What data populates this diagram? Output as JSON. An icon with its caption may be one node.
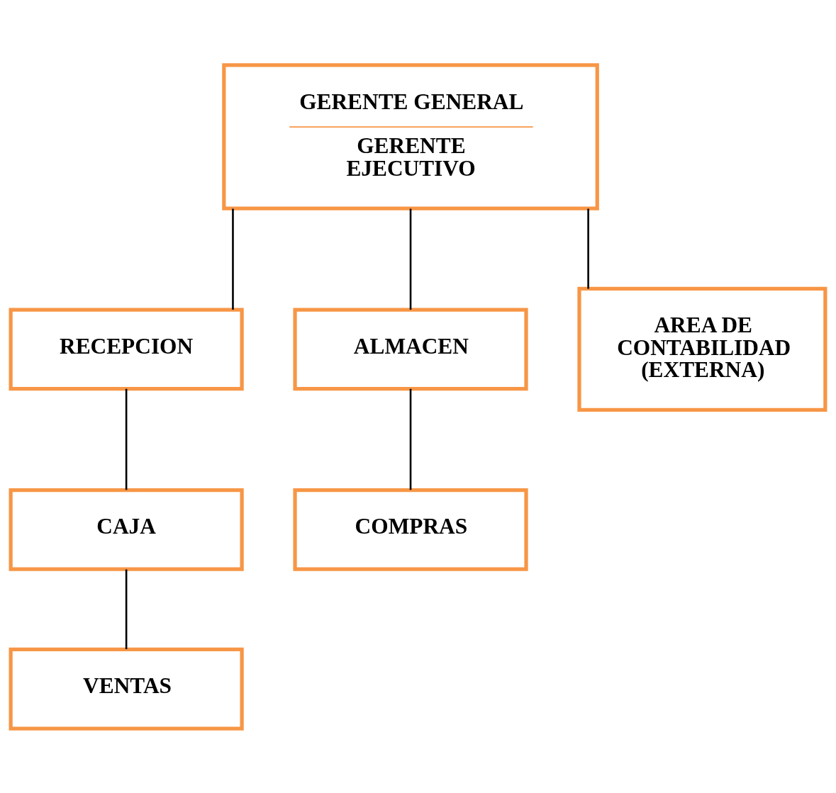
{
  "diagram": {
    "nodes": [
      {
        "text": [
          "GERENTE GENERAL",
          "GERENTE EJECUTIVO"
        ]
      },
      {
        "text": [
          "RECEPCION"
        ]
      },
      {
        "text": [
          "ALMACEN"
        ]
      },
      {
        "text": [
          "AREA DE CONTABILIDAD (EXTERNA)"
        ]
      },
      {
        "text": [
          "CAJA"
        ]
      },
      {
        "text": [
          "VENTAS"
        ]
      },
      {
        "text": [
          "COMPRAS"
        ]
      }
    ],
    "edges": [
      {
        "from": 0,
        "to": 1,
        "arrow": "none"
      },
      {
        "from": 0,
        "to": 2,
        "arrow": "none"
      },
      {
        "from": 0,
        "to": 3,
        "arrow": "none"
      },
      {
        "from": 1,
        "to": 4,
        "arrow": "none"
      },
      {
        "from": 4,
        "to": 5,
        "arrow": "none"
      },
      {
        "from": 2,
        "to": 6,
        "arrow": "none"
      }
    ]
  }
}
